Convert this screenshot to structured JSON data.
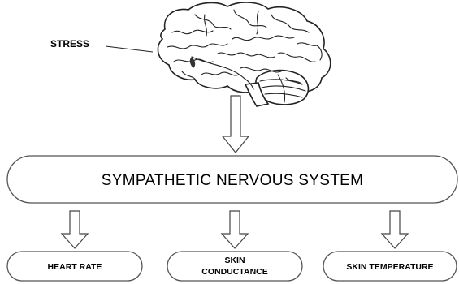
{
  "diagram": {
    "source_label": "STRESS",
    "central_node": "SYMPATHETIC NERVOUS SYSTEM",
    "outputs": [
      {
        "line1": "HEART RATE",
        "line2": ""
      },
      {
        "line1": "SKIN",
        "line2": "CONDUCTANCE"
      },
      {
        "line1": "SKIN TEMPERATURE",
        "line2": ""
      }
    ],
    "icons": {
      "brain": "brain-icon",
      "arrow": "down-arrow-icon"
    }
  }
}
